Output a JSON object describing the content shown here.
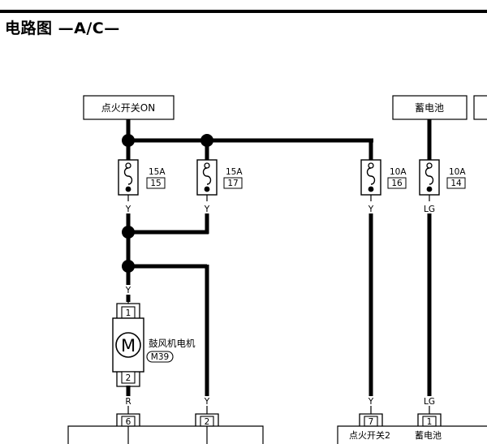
{
  "page": {
    "title": "电路图 —A/C—"
  },
  "sources": {
    "ignition_on": "点火开关ON",
    "battery": "蓄电池"
  },
  "fuses": [
    {
      "amps": "15A",
      "number": "15"
    },
    {
      "amps": "15A",
      "number": "17"
    },
    {
      "amps": "10A",
      "number": "16"
    },
    {
      "amps": "10A",
      "number": "14"
    }
  ],
  "wire_colors": {
    "fuse15_out": "Y",
    "fuse17_out": "Y",
    "fuse16_out": "Y",
    "fuse14_out": "LG",
    "motor_in": "Y",
    "motor_out": "R",
    "conn2": "Y",
    "conn7": "Y",
    "conn1": "LG"
  },
  "motor": {
    "symbol": "M",
    "name": "鼓风机电机",
    "connector": "M39",
    "pin_top": "1",
    "pin_bottom": "2"
  },
  "bottom_connectors": {
    "c6": "6",
    "c2": "2",
    "c7": "7",
    "c1": "1"
  },
  "bottom_labels": {
    "ignition2": "点火开关2",
    "battery": "蓄电池"
  }
}
